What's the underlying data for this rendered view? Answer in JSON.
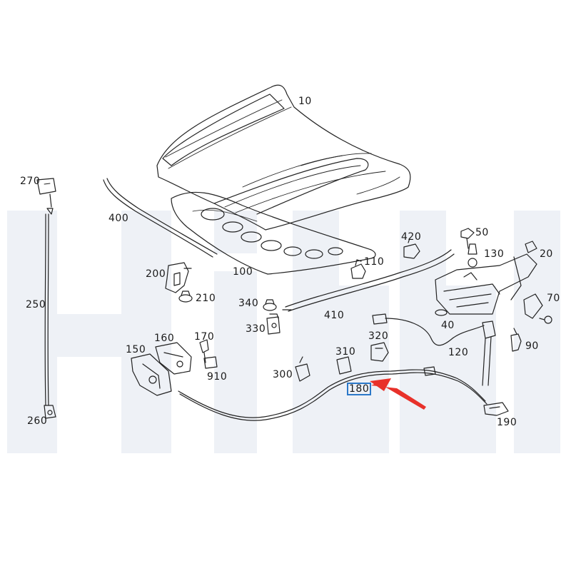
{
  "diagram": {
    "labels": {
      "p10": "10",
      "p20": "20",
      "p40": "40",
      "p50": "50",
      "p70": "70",
      "p90": "90",
      "p100": "100",
      "p110": "110",
      "p120": "120",
      "p130": "130",
      "p150": "150",
      "p160": "160",
      "p170": "170",
      "p180": "180",
      "p190": "190",
      "p200": "200",
      "p210": "210",
      "p250": "250",
      "p260": "260",
      "p270": "270",
      "p300": "300",
      "p310": "310",
      "p320": "320",
      "p330": "330",
      "p340": "340",
      "p400": "400",
      "p410": "410",
      "p420": "420",
      "p910": "910"
    },
    "highlighted_part": "180",
    "colors": {
      "line": "#222222",
      "highlight_box": "#2b78c8",
      "arrow": "#e8312a",
      "watermark": "#eef1f6"
    }
  }
}
